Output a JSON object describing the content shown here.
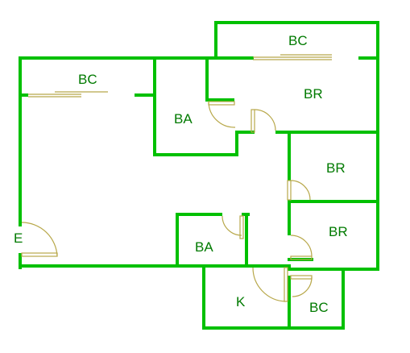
{
  "rooms": {
    "bc_top_right": "BC",
    "bc_left": "BC",
    "br_top": "BR",
    "ba_upper": "BA",
    "br_middle": "BR",
    "br_lower": "BR",
    "entrance": "E",
    "ba_lower": "BA",
    "kitchen": "K",
    "bc_bottom": "BC"
  },
  "colors": {
    "wall": "#00c000",
    "door": "#b8a84a",
    "label": "#007a00",
    "background": "#ffffff"
  }
}
